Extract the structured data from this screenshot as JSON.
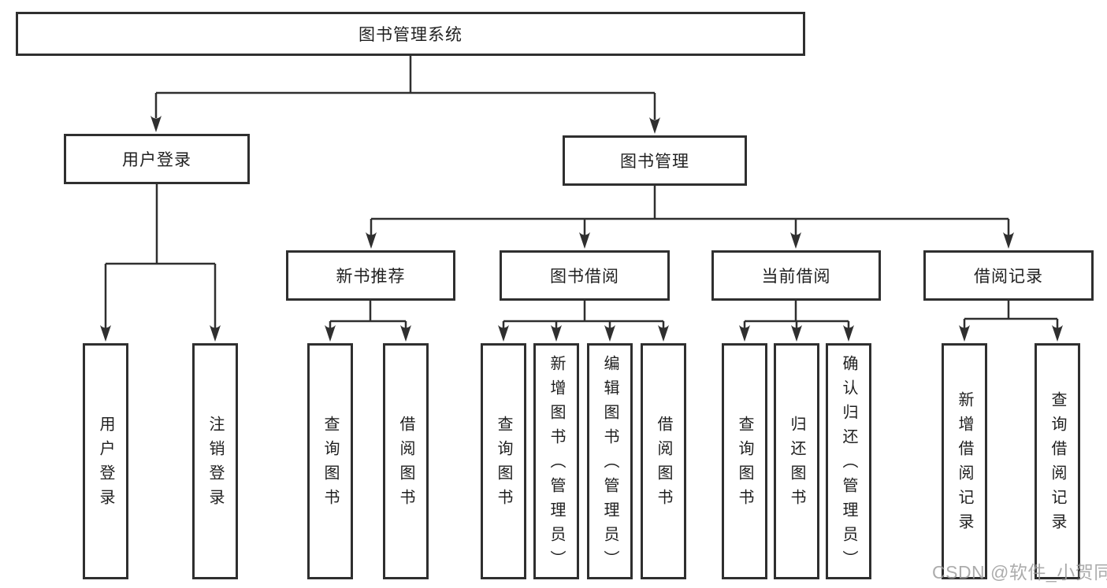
{
  "diagram": {
    "tree": {
      "root": {
        "label": "图书管理系统"
      },
      "user_login": {
        "label": "用户登录",
        "children": [
          "用户登录",
          "注销登录"
        ]
      },
      "book_mgmt": {
        "label": "图书管理"
      },
      "new_book_rec": {
        "label": "新书推荐",
        "children": [
          "查询图书",
          "借阅图书"
        ]
      },
      "book_borrow": {
        "label": "图书借阅",
        "children": [
          "查询图书",
          "新增图书（管理员）",
          "编辑图书（管理员）",
          "借阅图书"
        ]
      },
      "current_borrow": {
        "label": "当前借阅",
        "children": [
          "查询图书",
          "归还图书",
          "确认归还（管理员）"
        ]
      },
      "borrow_records": {
        "label": "借阅记录",
        "children": [
          "新增借阅记录",
          "查询借阅记录"
        ]
      }
    },
    "colors": {
      "line": "#2f2f2f",
      "box_border": "#2f2f2f",
      "box_fill": "#ffffff",
      "text": "#1f1f1f",
      "background": "#ffffff",
      "watermark": "#9e9e9e"
    }
  },
  "watermark": {
    "text": "CSDN @软件_小贺同学"
  }
}
